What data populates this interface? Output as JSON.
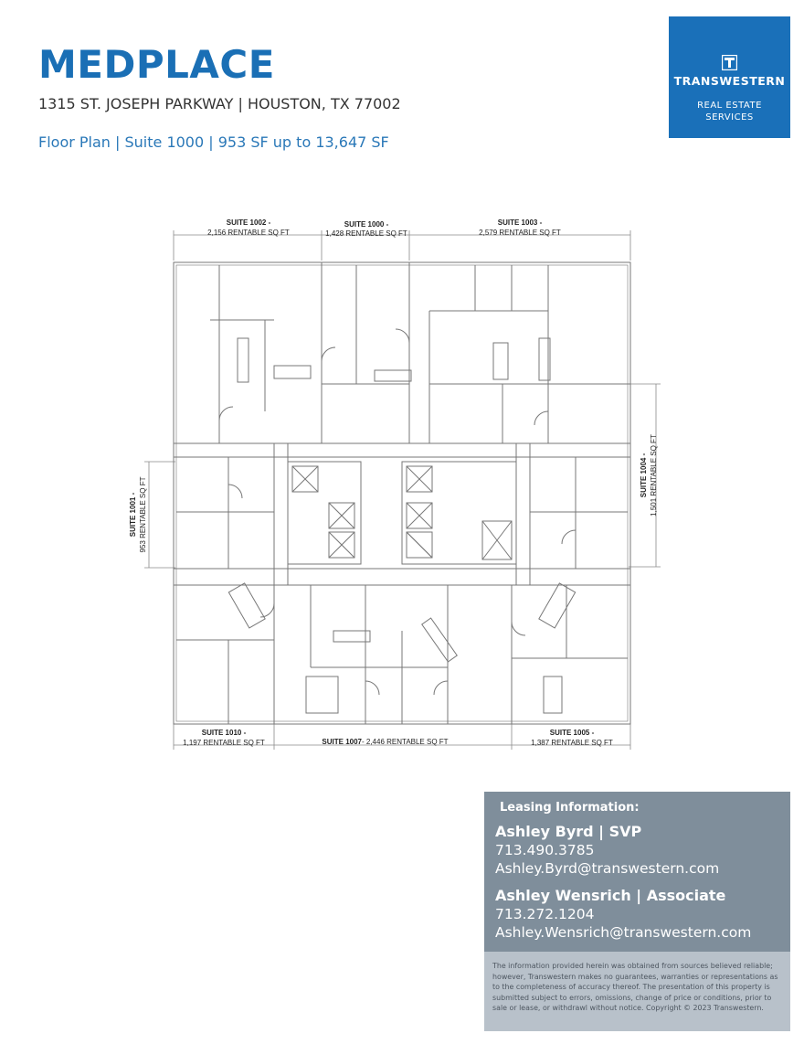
{
  "header": {
    "title": "MEDPLACE",
    "address": "1315 ST. JOSEPH PARKWAY | HOUSTON, TX 77002",
    "subtitle": "Floor Plan | Suite 1000 | 953 SF up to 13,647 SF"
  },
  "logo": {
    "icon": "transwestern-t-icon",
    "name": "TRANSWESTERN",
    "tagline_1": "REAL ESTATE",
    "tagline_2": "SERVICES",
    "color": "#1a70b9"
  },
  "floorplan": {
    "suites": {
      "s1002": {
        "name": "SUITE 1002 -",
        "area": "2,156 RENTABLE SQ FT"
      },
      "s1000": {
        "name": "SUITE 1000 -",
        "area": "1,428 RENTABLE SQ FT"
      },
      "s1003": {
        "name": "SUITE 1003 -",
        "area": "2,579 RENTABLE SQ FT"
      },
      "s1001": {
        "name": "SUITE 1001 -",
        "area": "953 RENTABLE SQ FT"
      },
      "s1004": {
        "name": "SUITE 1004 -",
        "area": "1,501 RENTABLE SQ FT"
      },
      "s1010": {
        "name": "SUITE 1010 -",
        "area": "1,197 RENTABLE SQ FT"
      },
      "s1007": {
        "name": "SUITE 1007",
        "area": " - 2,446 RENTABLE SQ FT"
      },
      "s1005": {
        "name": "SUITE 1005 -",
        "area": "1,387 RENTABLE SQ FT"
      }
    }
  },
  "leasing": {
    "heading": "Leasing Information:",
    "contacts": [
      {
        "name": "Ashley Byrd | SVP",
        "phone": "713.490.3785",
        "email": "Ashley.Byrd@transwestern.com"
      },
      {
        "name": "Ashley Wensrich | Associate",
        "phone": "713.272.1204",
        "email": "Ashley.Wensrich@transwestern.com"
      }
    ],
    "color": "#7f8e9b"
  },
  "disclaimer": {
    "lines": [
      "The information provided herein was obtained from sources believed reliable;",
      "however, Transwestern makes no guarantees, warranties or representations as",
      "to the completeness of accuracy thereof. The presentation of this property is",
      "submitted subject to errors, omissions, change of price or conditions, prior to",
      "sale or lease, or withdrawl without notice. Copyright © 2023 Transwestern."
    ]
  },
  "colors": {
    "brand_blue": "#1a6fb5",
    "disclaimer_bg": "#b8c1ca"
  }
}
